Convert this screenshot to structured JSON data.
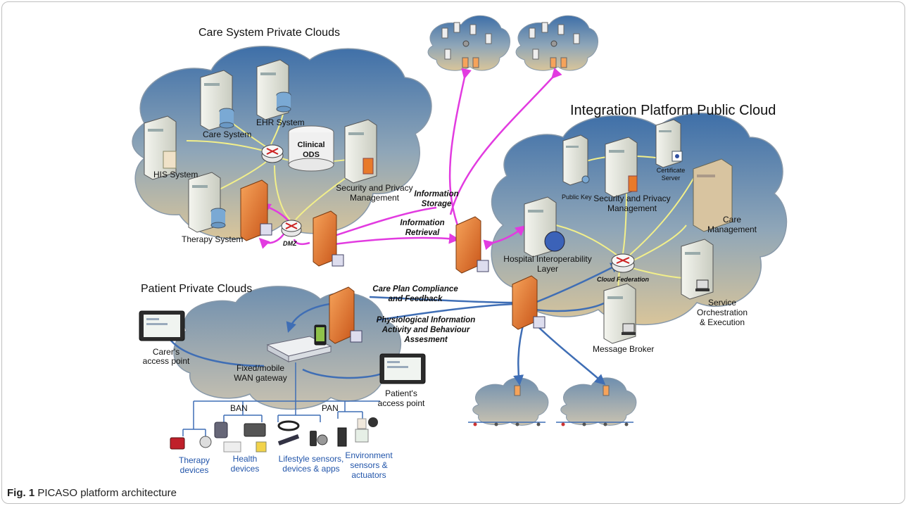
{
  "caption": {
    "label": "Fig. 1",
    "text": "PICASO platform architecture"
  },
  "regions": {
    "care": "Care System Private Clouds",
    "integration": "Integration Platform Public Cloud",
    "patient": "Patient Private Clouds"
  },
  "care_nodes": {
    "care_system": "Care  System",
    "ehr": "EHR System",
    "his": "HIS System",
    "therapy": "Therapy System",
    "clinical_ods_1": "Clinical",
    "clinical_ods_2": "ODS",
    "security_1": "Security and Privacy",
    "security_2": "Management",
    "dmz": "DMZ"
  },
  "integration_nodes": {
    "public_key": "Public Key",
    "security_1": "Security and Privacy",
    "security_2": "Management",
    "cert_1": "Certificate",
    "cert_2": "Server",
    "care_mgmt_1": "Care",
    "care_mgmt_2": "Management",
    "hil_1": "Hospital Interoperability",
    "hil_2": "Layer",
    "cloud_fed": "Cloud Federation",
    "orch_1": "Service",
    "orch_2": "Orchestration",
    "orch_3": "& Execution",
    "broker": "Message Broker"
  },
  "flows": {
    "storage_1": "Information",
    "storage_2": "Storage",
    "retrieval_1": "Information",
    "retrieval_2": "Retrieval",
    "care_plan_1": "Care Plan Compliance",
    "care_plan_2": "and Feedback",
    "physio_1": "Physiological Information",
    "physio_2": "Activity and Behaviour",
    "physio_3": "Assesment"
  },
  "patient_nodes": {
    "carer_1": "Carer's",
    "carer_2": "access point",
    "gateway_1": "Fixed/mobile",
    "gateway_2": "WAN gateway",
    "patient_ap_1": "Patient's",
    "patient_ap_2": "access point",
    "ban": "BAN",
    "pan": "PAN",
    "therapy_1": "Therapy",
    "therapy_2": "devices",
    "health_1": "Health",
    "health_2": "devices",
    "lifestyle_1": "Lifestyle sensors,",
    "lifestyle_2": "devices & apps",
    "env_1": "Environment",
    "env_2": "sensors &",
    "env_3": "actuators"
  },
  "colors": {
    "storage_link": "#e23be0",
    "patient_link": "#3f6eb5",
    "lan_link": "#f2ef8a",
    "firewall": "#e87a2a",
    "device_label": "#2255aa"
  }
}
